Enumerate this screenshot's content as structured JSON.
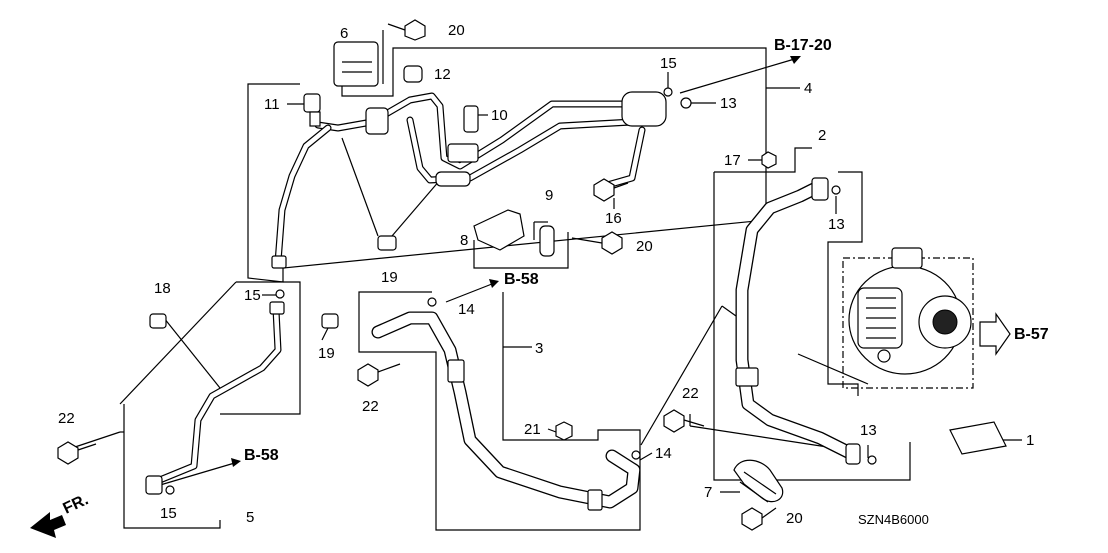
{
  "callouts": {
    "c1": "1",
    "c2": "2",
    "c3": "3",
    "c4": "4",
    "c5": "5",
    "c6": "6",
    "c7": "7",
    "c8": "8",
    "c9": "9",
    "c10": "10",
    "c11": "11",
    "c12": "12",
    "c13a": "13",
    "c13b": "13",
    "c13c": "13",
    "c14a": "14",
    "c14b": "14",
    "c15a": "15",
    "c15b": "15",
    "c15c": "15",
    "c16": "16",
    "c17": "17",
    "c18": "18",
    "c19a": "19",
    "c19b": "19",
    "c20a": "20",
    "c20b": "20",
    "c20c": "20",
    "c21": "21",
    "c22a": "22",
    "c22b": "22",
    "c22c": "22"
  },
  "references": {
    "b1720": "B-17-20",
    "b58a": "B-58",
    "b58b": "B-58",
    "b57": "B-57",
    "front": "FR."
  },
  "diagram_code": "SZN4B6000"
}
